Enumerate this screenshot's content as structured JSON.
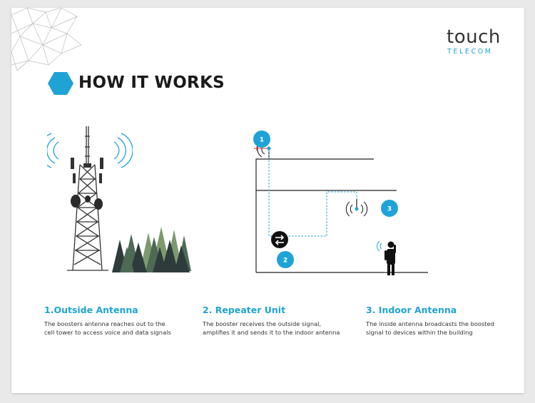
{
  "header": {
    "title": "HOW IT WORKS",
    "logo_main": "touch",
    "logo_sub": "TELECOM"
  },
  "diagram": {
    "badges": [
      "1",
      "2",
      "3"
    ]
  },
  "steps": [
    {
      "heading": "1.Outside Antenna",
      "lines": [
        "The boosters antenna reaches out to the",
        "cell tower to access voice and data signals"
      ]
    },
    {
      "heading": "2. Repeater Unit",
      "lines": [
        "The booster receives the outside signal,",
        "amplifies it and sends it to the indoor antenna"
      ]
    },
    {
      "heading": "3. Indoor Antenna",
      "lines": [
        "The inside antenna broadcasts the boosted",
        "signal to devices within the building"
      ]
    }
  ],
  "colors": {
    "accent": "#1fa3d6",
    "dark": "#1a1a1a",
    "forest": [
      "#2f3b3b",
      "#4d6a55",
      "#7c9a6e"
    ]
  }
}
